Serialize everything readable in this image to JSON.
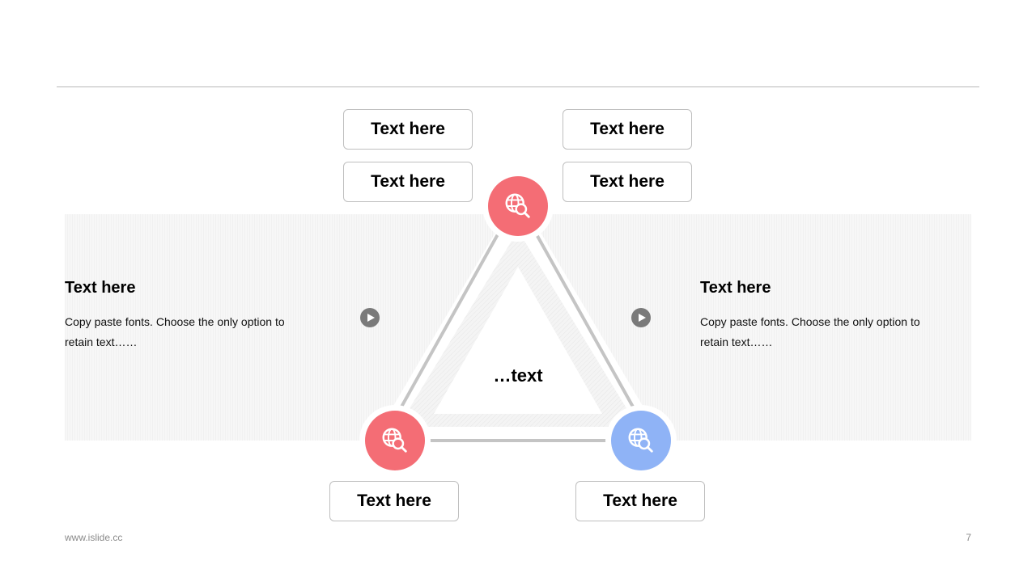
{
  "slide": {
    "center_label": "…text",
    "top_left_labels": [
      "Text here",
      "Text here"
    ],
    "top_right_labels": [
      "Text here",
      "Text here"
    ],
    "bottom_left_label": "Text here",
    "bottom_right_label": "Text here",
    "left_panel": {
      "title": "Text here",
      "body": "Copy paste fonts. Choose the only option to retain text……"
    },
    "right_panel": {
      "title": "Text here",
      "body": "Copy paste fonts. Choose the only option to retain text……"
    },
    "node_icons": [
      "globe-search-icon",
      "globe-search-icon",
      "globe-search-icon"
    ]
  },
  "footer": {
    "url": "www.islide.cc",
    "page_number": "7"
  },
  "colors": {
    "node_red": "#f46d75",
    "node_blue": "#8fb3f6",
    "edge_gray": "#c4c4c4",
    "arrow_gray": "#7a7a7a"
  }
}
